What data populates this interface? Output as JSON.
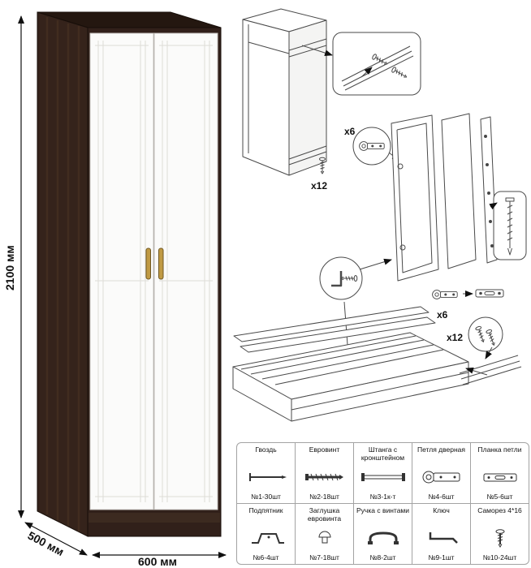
{
  "wardrobe": {
    "height_label": "2100 мм",
    "depth_label": "500 мм",
    "width_label": "600 мм"
  },
  "assembly": {
    "top_screws_label": "x12",
    "top_hinges_label": "x6",
    "bottom_hinges_label": "x6",
    "bottom_screws_label": "x12"
  },
  "parts_table": {
    "rows": [
      [
        {
          "name": "Гвоздь",
          "count": "№1-30шт"
        },
        {
          "name": "Евровинт",
          "count": "№2-18шт"
        },
        {
          "name": "Штанга с кронштейном",
          "count": "№3-1к-т"
        },
        {
          "name": "Петля дверная",
          "count": "№4-6шт"
        },
        {
          "name": "Планка петли",
          "count": "№5-6шт"
        }
      ],
      [
        {
          "name": "Подпятник",
          "count": "№6-4шт"
        },
        {
          "name": "Заглушка евровинта",
          "count": "№7-18шт"
        },
        {
          "name": "Ручка с винтами",
          "count": "№8-2шт"
        },
        {
          "name": "Ключ",
          "count": "№9-1шт"
        },
        {
          "name": "Саморез 4*16",
          "count": "№10-24шт"
        }
      ]
    ]
  },
  "colors": {
    "wood_dark": "#31201a",
    "wood_side": "#35231b",
    "wood_top": "#241710",
    "door_white": "#fbfbfa",
    "handle_gold": "#c09a43",
    "line": "#4a4a4a"
  }
}
